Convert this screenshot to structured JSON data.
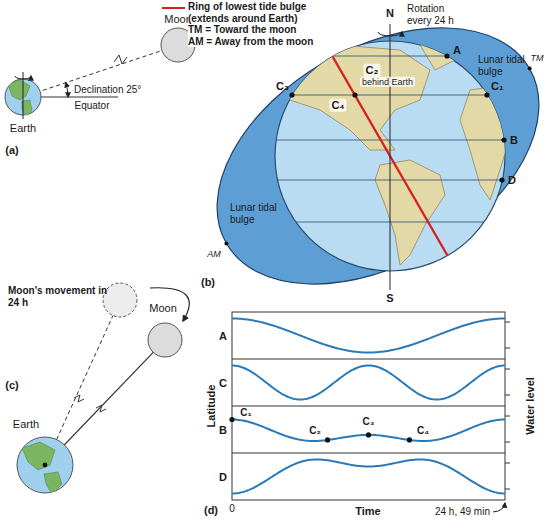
{
  "diagram": {
    "labels": [
      "Moon",
      "Declination 25°",
      "Equator",
      "Earth",
      "(a)",
      "N",
      "Rotation every 24 h",
      "A",
      "Lunar tidal bulge",
      "TM",
      "C₂",
      "behind Earth",
      "C₃",
      "C₄",
      "C₁",
      "B",
      "D",
      "Lunar tidal bulge",
      "AM",
      "S",
      "(b)",
      "Moon's movement in 24 h",
      "Moon",
      "Earth",
      "(c)",
      "A",
      "C",
      "B",
      "D",
      "C₁",
      "C₂",
      "C₃",
      "C₄",
      "Latitude",
      "Water level",
      "0",
      "Time",
      "24 h, 49 min",
      "(d)"
    ],
    "legend": [
      {
        "text": "Ring of lowest tide bulge (extends around Earth)"
      },
      {
        "text": "TM = Toward the moon"
      },
      {
        "text": "AM = Away from the moon"
      }
    ]
  }
}
